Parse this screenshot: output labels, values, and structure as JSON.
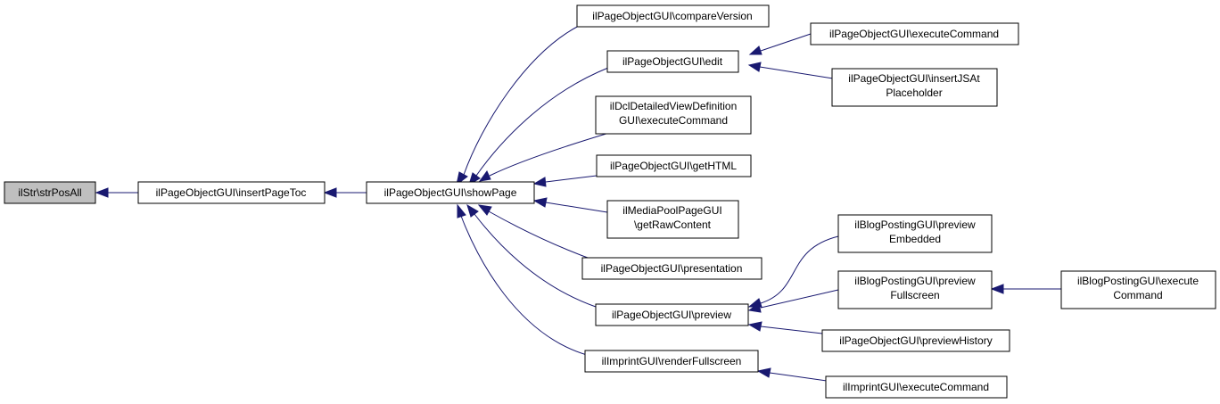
{
  "colors": {
    "edge": "#191970",
    "root_fill": "#bfbfbf",
    "node_fill": "#ffffff",
    "border": "#000000"
  },
  "nodes": {
    "strposall": {
      "lines": [
        "ilStr\\strPosAll"
      ]
    },
    "insertpagetoc": {
      "lines": [
        "ilPageObjectGUI\\insertPageToc"
      ]
    },
    "showpage": {
      "lines": [
        "ilPageObjectGUI\\showPage"
      ]
    },
    "compareversion": {
      "lines": [
        "ilPageObjectGUI\\compareVersion"
      ]
    },
    "edit": {
      "lines": [
        "ilPageObjectGUI\\edit"
      ]
    },
    "dcl_exec": {
      "lines": [
        "ilDclDetailedViewDefinition",
        "GUI\\executeCommand"
      ]
    },
    "gethtml": {
      "lines": [
        "ilPageObjectGUI\\getHTML"
      ]
    },
    "mediapool": {
      "lines": [
        "ilMediaPoolPageGUI",
        "\\getRawContent"
      ]
    },
    "presentation": {
      "lines": [
        "ilPageObjectGUI\\presentation"
      ]
    },
    "preview": {
      "lines": [
        "ilPageObjectGUI\\preview"
      ]
    },
    "imprint_render": {
      "lines": [
        "ilImprintGUI\\renderFullscreen"
      ]
    },
    "edit_exec": {
      "lines": [
        "ilPageObjectGUI\\executeCommand"
      ]
    },
    "insertjs": {
      "lines": [
        "ilPageObjectGUI\\insertJSAt",
        "Placeholder"
      ]
    },
    "blog_embedded": {
      "lines": [
        "ilBlogPostingGUI\\preview",
        "Embedded"
      ]
    },
    "blog_fullscreen": {
      "lines": [
        "ilBlogPostingGUI\\preview",
        "Fullscreen"
      ]
    },
    "preview_history": {
      "lines": [
        "ilPageObjectGUI\\previewHistory"
      ]
    },
    "imprint_exec": {
      "lines": [
        "ilImprintGUI\\executeCommand"
      ]
    },
    "blog_exec": {
      "lines": [
        "ilBlogPostingGUI\\execute",
        "Command"
      ]
    }
  }
}
